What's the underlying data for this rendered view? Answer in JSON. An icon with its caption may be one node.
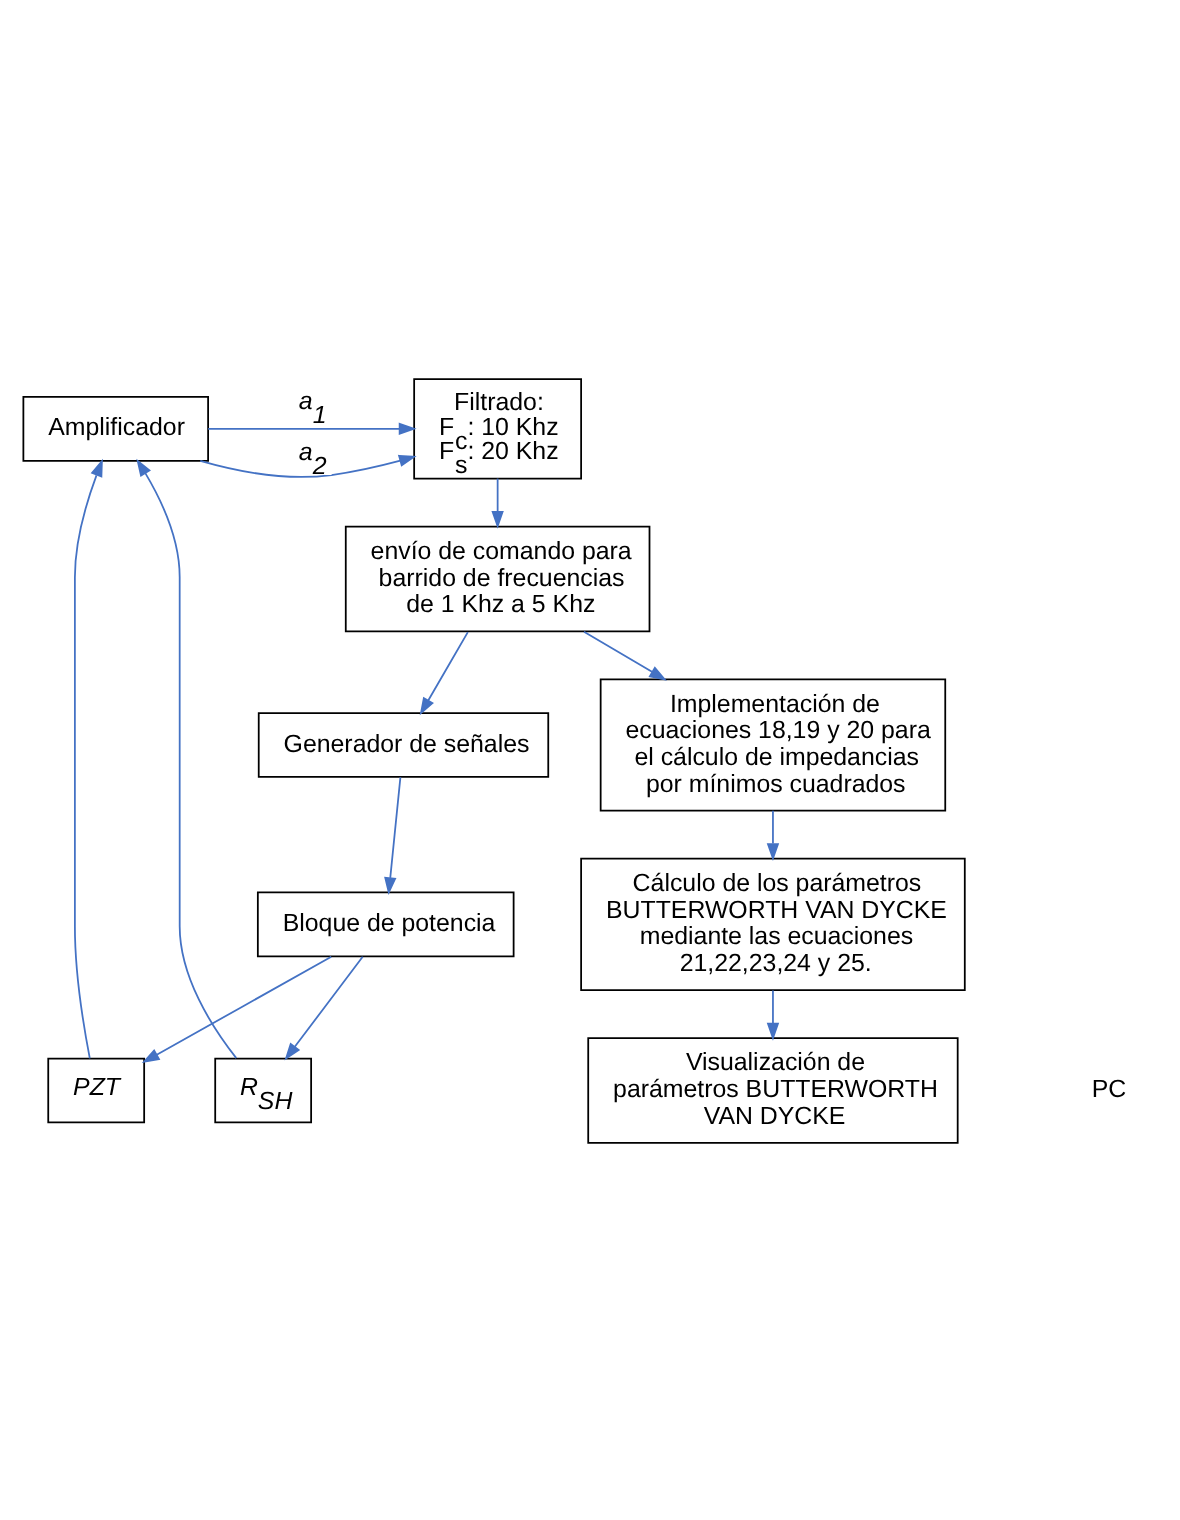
{
  "diagram": {
    "nodes": [
      {
        "text": [
          "Amplificador"
        ]
      },
      {
        "text": [
          "PZT"
        ]
      },
      {
        "text": [
          "R$_{SH}$"
        ]
      },
      {
        "text": [
          "Bloque de potencia"
        ]
      },
      {
        "text": [
          "Generador de señales"
        ]
      },
      {
        "text": [
          "Filtrado:",
          "F$_{c}$: 10 Khz",
          "F$_{s}$: 20 Khz"
        ]
      },
      {
        "text": [
          "envío de comando para barrido de frecuencias de 1 Khz a 5 Khz"
        ]
      },
      {
        "text": [
          "Implementación de ecuaciones 18,19 y 20 para el cálculo de impedancias por mínimos cuadrados"
        ]
      },
      {
        "text": [
          "Cálculo de los parámetros BUTTERWORTH VAN DYCKE mediante las ecuaciones 21,22,23,24 y 25."
        ]
      },
      {
        "text": [
          "Visualización de parámetros BUTTERWORTH VAN DYCKE"
        ]
      }
    ],
    "edges": [
      {
        "from": 0,
        "to": 5,
        "arrow": "to",
        "label": "a$_{1}$"
      },
      {
        "from": 0,
        "to": 5,
        "arrow": "to",
        "label": "a$_{2}$"
      },
      {
        "from": 1,
        "to": 0,
        "arrow": "to"
      },
      {
        "from": 2,
        "to": 0,
        "arrow": "to"
      },
      {
        "from": 3,
        "to": 1,
        "arrow": "to"
      },
      {
        "from": 3,
        "to": 2,
        "arrow": "to"
      },
      {
        "from": 4,
        "to": 3,
        "arrow": "to"
      },
      {
        "from": 5,
        "to": 6,
        "arrow": "to"
      },
      {
        "from": 6,
        "to": 4,
        "arrow": "to"
      },
      {
        "from": 6,
        "to": 7,
        "arrow": "to"
      },
      {
        "from": 7,
        "to": 8,
        "arrow": "to"
      },
      {
        "from": 8,
        "to": 9,
        "arrow": "to"
      }
    ],
    "labels": [
      "PC"
    ]
  }
}
